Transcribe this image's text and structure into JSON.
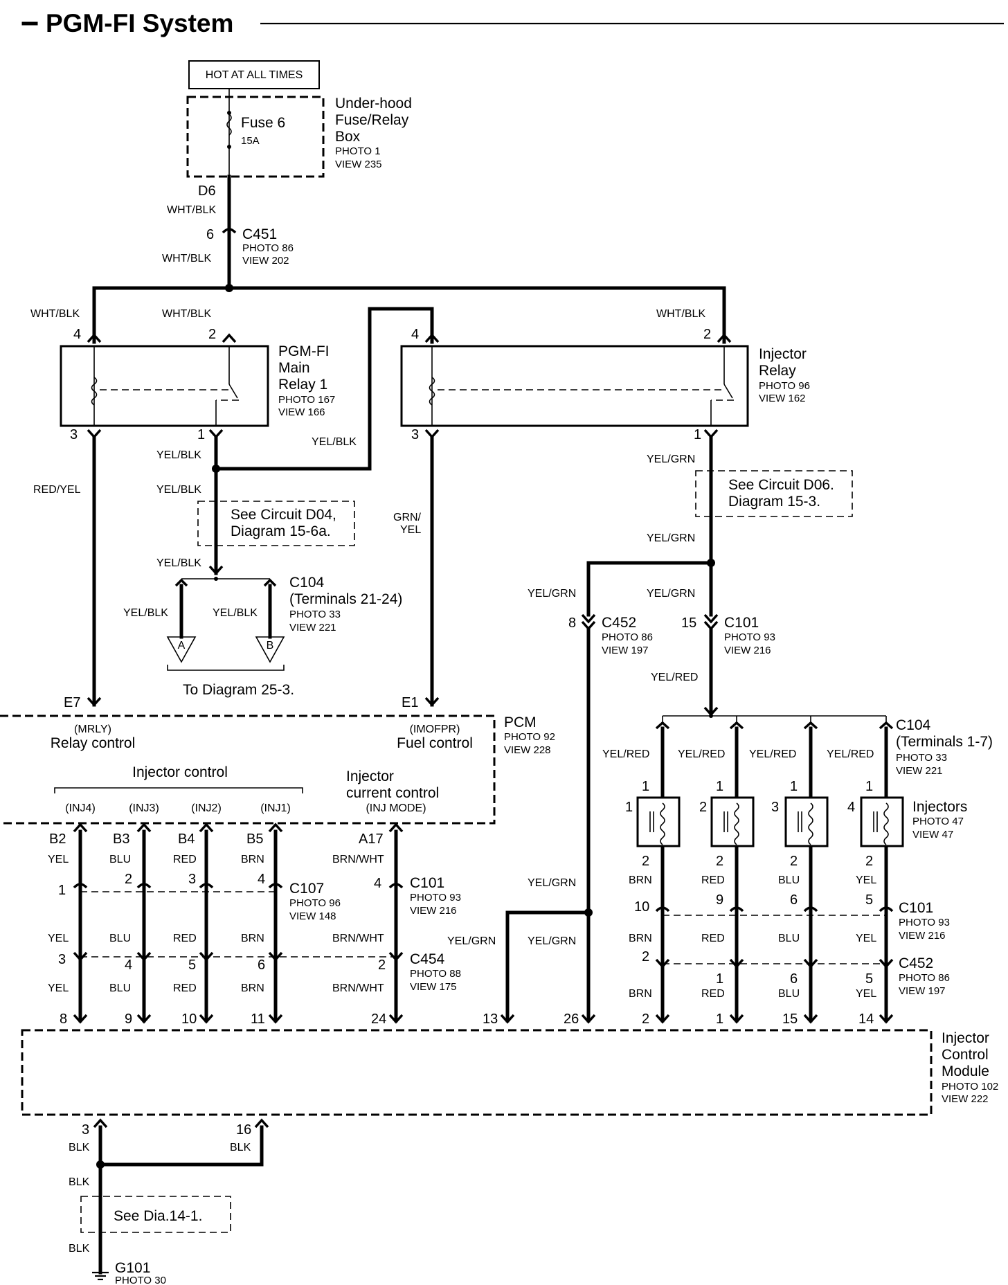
{
  "title": "PGM-FI System",
  "power": {
    "label": "HOT AT ALL TIMES",
    "fuse_name": "Fuse 6",
    "fuse_rating": "15A",
    "box_line1": "Under-hood",
    "box_line2": "Fuse/Relay",
    "box_line3": "Box",
    "box_photo": "PHOTO 1",
    "box_view": "VIEW 235",
    "pin": "D6"
  },
  "c451": {
    "name": "C451",
    "photo": "PHOTO 86",
    "view": "VIEW 202",
    "pin": "6"
  },
  "main_relay": {
    "line1": "PGM-FI",
    "line2": "Main",
    "line3": "Relay 1",
    "photo": "PHOTO 167",
    "view": "VIEW 166",
    "pin4": "4",
    "pin2": "2",
    "pin3": "3",
    "pin1": "1"
  },
  "injector_relay": {
    "line1": "Injector",
    "line2": "Relay",
    "photo": "PHOTO 96",
    "view": "VIEW 162",
    "pin4": "4",
    "pin2": "2",
    "pin3": "3",
    "pin1": "1"
  },
  "colors": {
    "wht_blk": "WHT/BLK",
    "yel_blk": "YEL/BLK",
    "red_yel": "RED/YEL",
    "grn": "GRN/",
    "yel": "YEL",
    "yel_grn": "YEL/GRN",
    "yel_red": "YEL/RED",
    "blu": "BLU",
    "red": "RED",
    "brn": "BRN",
    "brn_wht": "BRN/WHT",
    "blk": "BLK"
  },
  "notes": {
    "d04_line1": "See Circuit D04,",
    "d04_line2": "Diagram 15-6a.",
    "d06_line1": "See Circuit D06.",
    "d06_line2": "Diagram 15-3.",
    "dia14": "See Dia.14-1.",
    "to_diagram": "To Diagram 25-3."
  },
  "c104_top": {
    "name": "C104",
    "terminals": "(Terminals 21-24)",
    "photo": "PHOTO 33",
    "view": "VIEW 221",
    "tri_a": "A",
    "tri_b": "B"
  },
  "c452": {
    "name": "C452",
    "photo": "PHOTO 86",
    "view": "VIEW 197",
    "pin": "8"
  },
  "c101_top": {
    "name": "C101",
    "photo": "PHOTO 93",
    "view": "VIEW 216",
    "pin": "15"
  },
  "c104_bottom": {
    "name": "C104",
    "terminals": "(Terminals 1-7)",
    "photo": "PHOTO 33",
    "view": "VIEW 221"
  },
  "pcm": {
    "name": "PCM",
    "photo": "PHOTO 92",
    "view": "VIEW 228",
    "pin_e7": "E7",
    "pin_e1": "E1",
    "mrly": "(MRLY)",
    "relay_control": "Relay control",
    "imofpr": "(IMOFPR)",
    "fuel_control": "Fuel control",
    "injector_control": "Injector control",
    "inj4": "(INJ4)",
    "inj3": "(INJ3)",
    "inj2": "(INJ2)",
    "inj1": "(INJ1)",
    "icc_line1": "Injector",
    "icc_line2": "current control",
    "inj_mode": "(INJ MODE)",
    "pin_b2": "B2",
    "pin_b3": "B3",
    "pin_b4": "B4",
    "pin_b5": "B5",
    "pin_a17": "A17"
  },
  "c107": {
    "name": "C107",
    "photo": "PHOTO 96",
    "view": "VIEW 148",
    "pins": [
      "1",
      "2",
      "3",
      "4"
    ]
  },
  "c101_left": {
    "name": "C101",
    "photo": "PHOTO 93",
    "view": "VIEW 216",
    "pin": "4"
  },
  "c454": {
    "name": "C454",
    "photo": "PHOTO 88",
    "view": "VIEW 175",
    "pins": [
      "3",
      "4",
      "5",
      "6",
      "2"
    ]
  },
  "injectors": {
    "label": "Injectors",
    "photo": "PHOTO 47",
    "view": "VIEW 47",
    "numbers": [
      "1",
      "2",
      "3",
      "4"
    ],
    "pin_top": "1",
    "pin_bottom": "2"
  },
  "c101_right": {
    "name": "C101",
    "photo": "PHOTO 93",
    "view": "VIEW 216",
    "pins": [
      "10",
      "9",
      "6",
      "5"
    ]
  },
  "c452_right": {
    "name": "C452",
    "photo": "PHOTO 86",
    "view": "VIEW 197",
    "pins": [
      "2",
      "1",
      "6",
      "5"
    ]
  },
  "icm": {
    "line1": "Injector",
    "line2": "Control",
    "line3": "Module",
    "photo": "PHOTO 102",
    "view": "VIEW 222",
    "pins_top": [
      "8",
      "9",
      "10",
      "11",
      "24",
      "13",
      "26",
      "2",
      "1",
      "15",
      "14"
    ],
    "pin_3": "3",
    "pin_16": "16"
  },
  "ground": {
    "name": "G101",
    "photo": "PHOTO 30"
  }
}
